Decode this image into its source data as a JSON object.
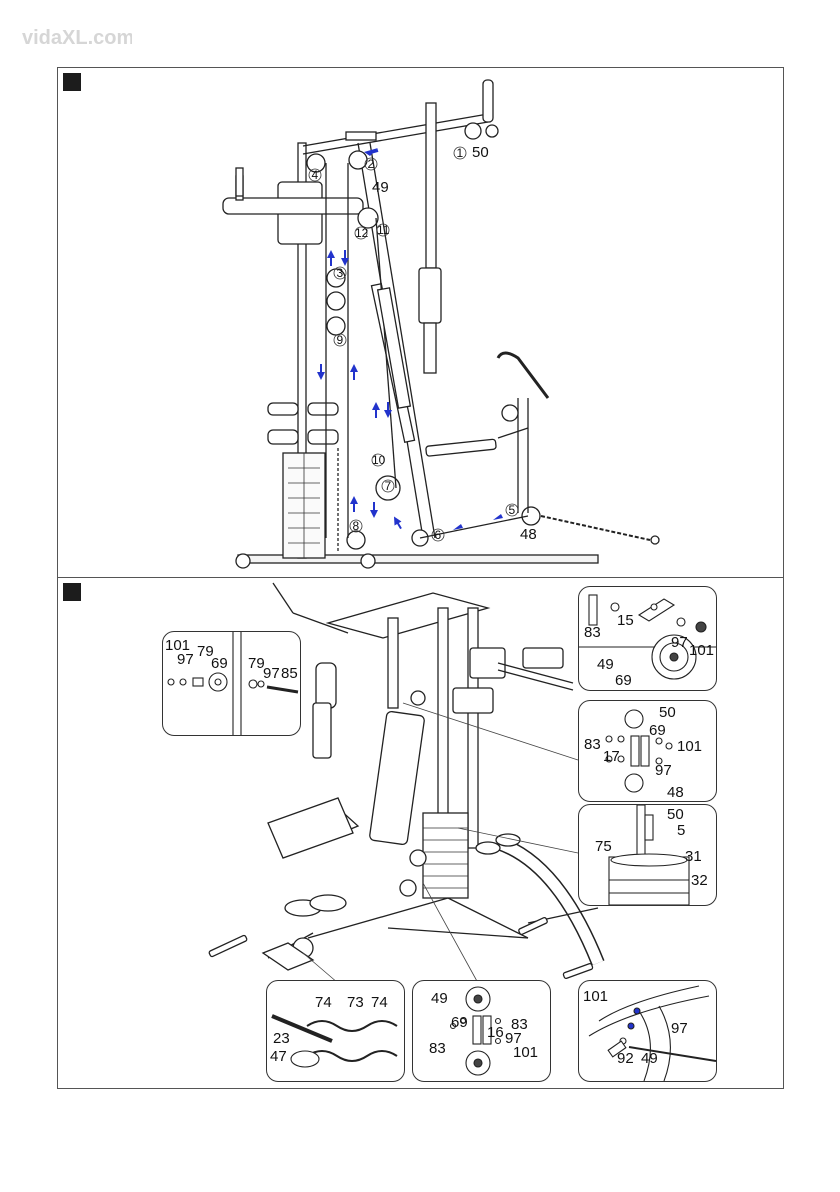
{
  "brand": {
    "logo_text": "vidaXL.com"
  },
  "panel_top": {
    "callouts": {
      "c50": "50",
      "c1": "1",
      "c2": "2",
      "c3": "3",
      "c4": "4",
      "c5": "5",
      "c6": "6",
      "c7": "7",
      "c8": "8",
      "c9": "9",
      "c10": "10",
      "c11": "11",
      "c12": "12",
      "c48": "48",
      "c49": "49"
    }
  },
  "panel_bottom": {
    "inset_left": [
      "101",
      "97",
      "79",
      "69",
      "79",
      "97",
      "85"
    ],
    "inset_top_right": [
      "83",
      "15",
      "97",
      "101",
      "49",
      "69"
    ],
    "inset_mid_right": [
      "50",
      "69",
      "83",
      "17",
      "97",
      "101",
      "48"
    ],
    "inset_weight": [
      "50",
      "5",
      "75",
      "31",
      "32"
    ],
    "inset_bottom_left": [
      "74",
      "73",
      "74",
      "23",
      "47"
    ],
    "inset_bottom_mid": [
      "49",
      "69",
      "83",
      "16",
      "97",
      "83",
      "101"
    ],
    "inset_bottom_right": [
      "101",
      "97",
      "92",
      "49"
    ]
  },
  "colors": {
    "arrow": "#2233cc",
    "line": "#222222",
    "frame": "#555555"
  }
}
